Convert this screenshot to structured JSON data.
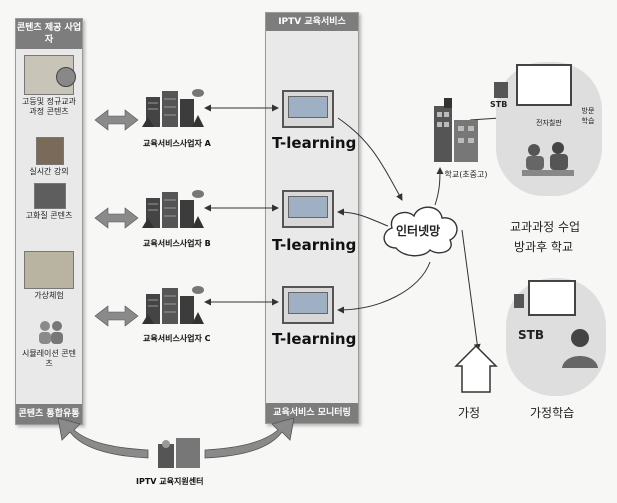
{
  "left_column": {
    "title": "콘텐츠 제공 사업자",
    "footer": "콘텐츠 통합유통",
    "items": [
      {
        "label": "고등및 정규교과과정 콘텐츠"
      },
      {
        "label": "실시간 강의"
      },
      {
        "label": "고화질 콘텐츠"
      },
      {
        "label": "가상체험"
      },
      {
        "label": "시뮬레이션 콘텐츠"
      }
    ]
  },
  "middle_column": {
    "title": "IPTV 교육서비스",
    "footer": "교육서비스 모니터링"
  },
  "providers": [
    {
      "label": "교육서비스사업자 A",
      "service": "T-learning"
    },
    {
      "label": "교육서비스사업자 B",
      "service": "T-learning"
    },
    {
      "label": "교육서비스사업자 C",
      "service": "T-learning"
    }
  ],
  "internet": {
    "label": "인터넷망"
  },
  "school": {
    "label": "학교(초중고)",
    "stb": "STB",
    "sub_labels": [
      "전자칠판",
      "방문학습"
    ],
    "caption_line1": "교과과정 수업",
    "caption_line2": "방과후 학교"
  },
  "home": {
    "label": "가정",
    "stb": "STB",
    "caption": "가정학습"
  },
  "center": {
    "label": "IPTV 교육지원센터"
  }
}
